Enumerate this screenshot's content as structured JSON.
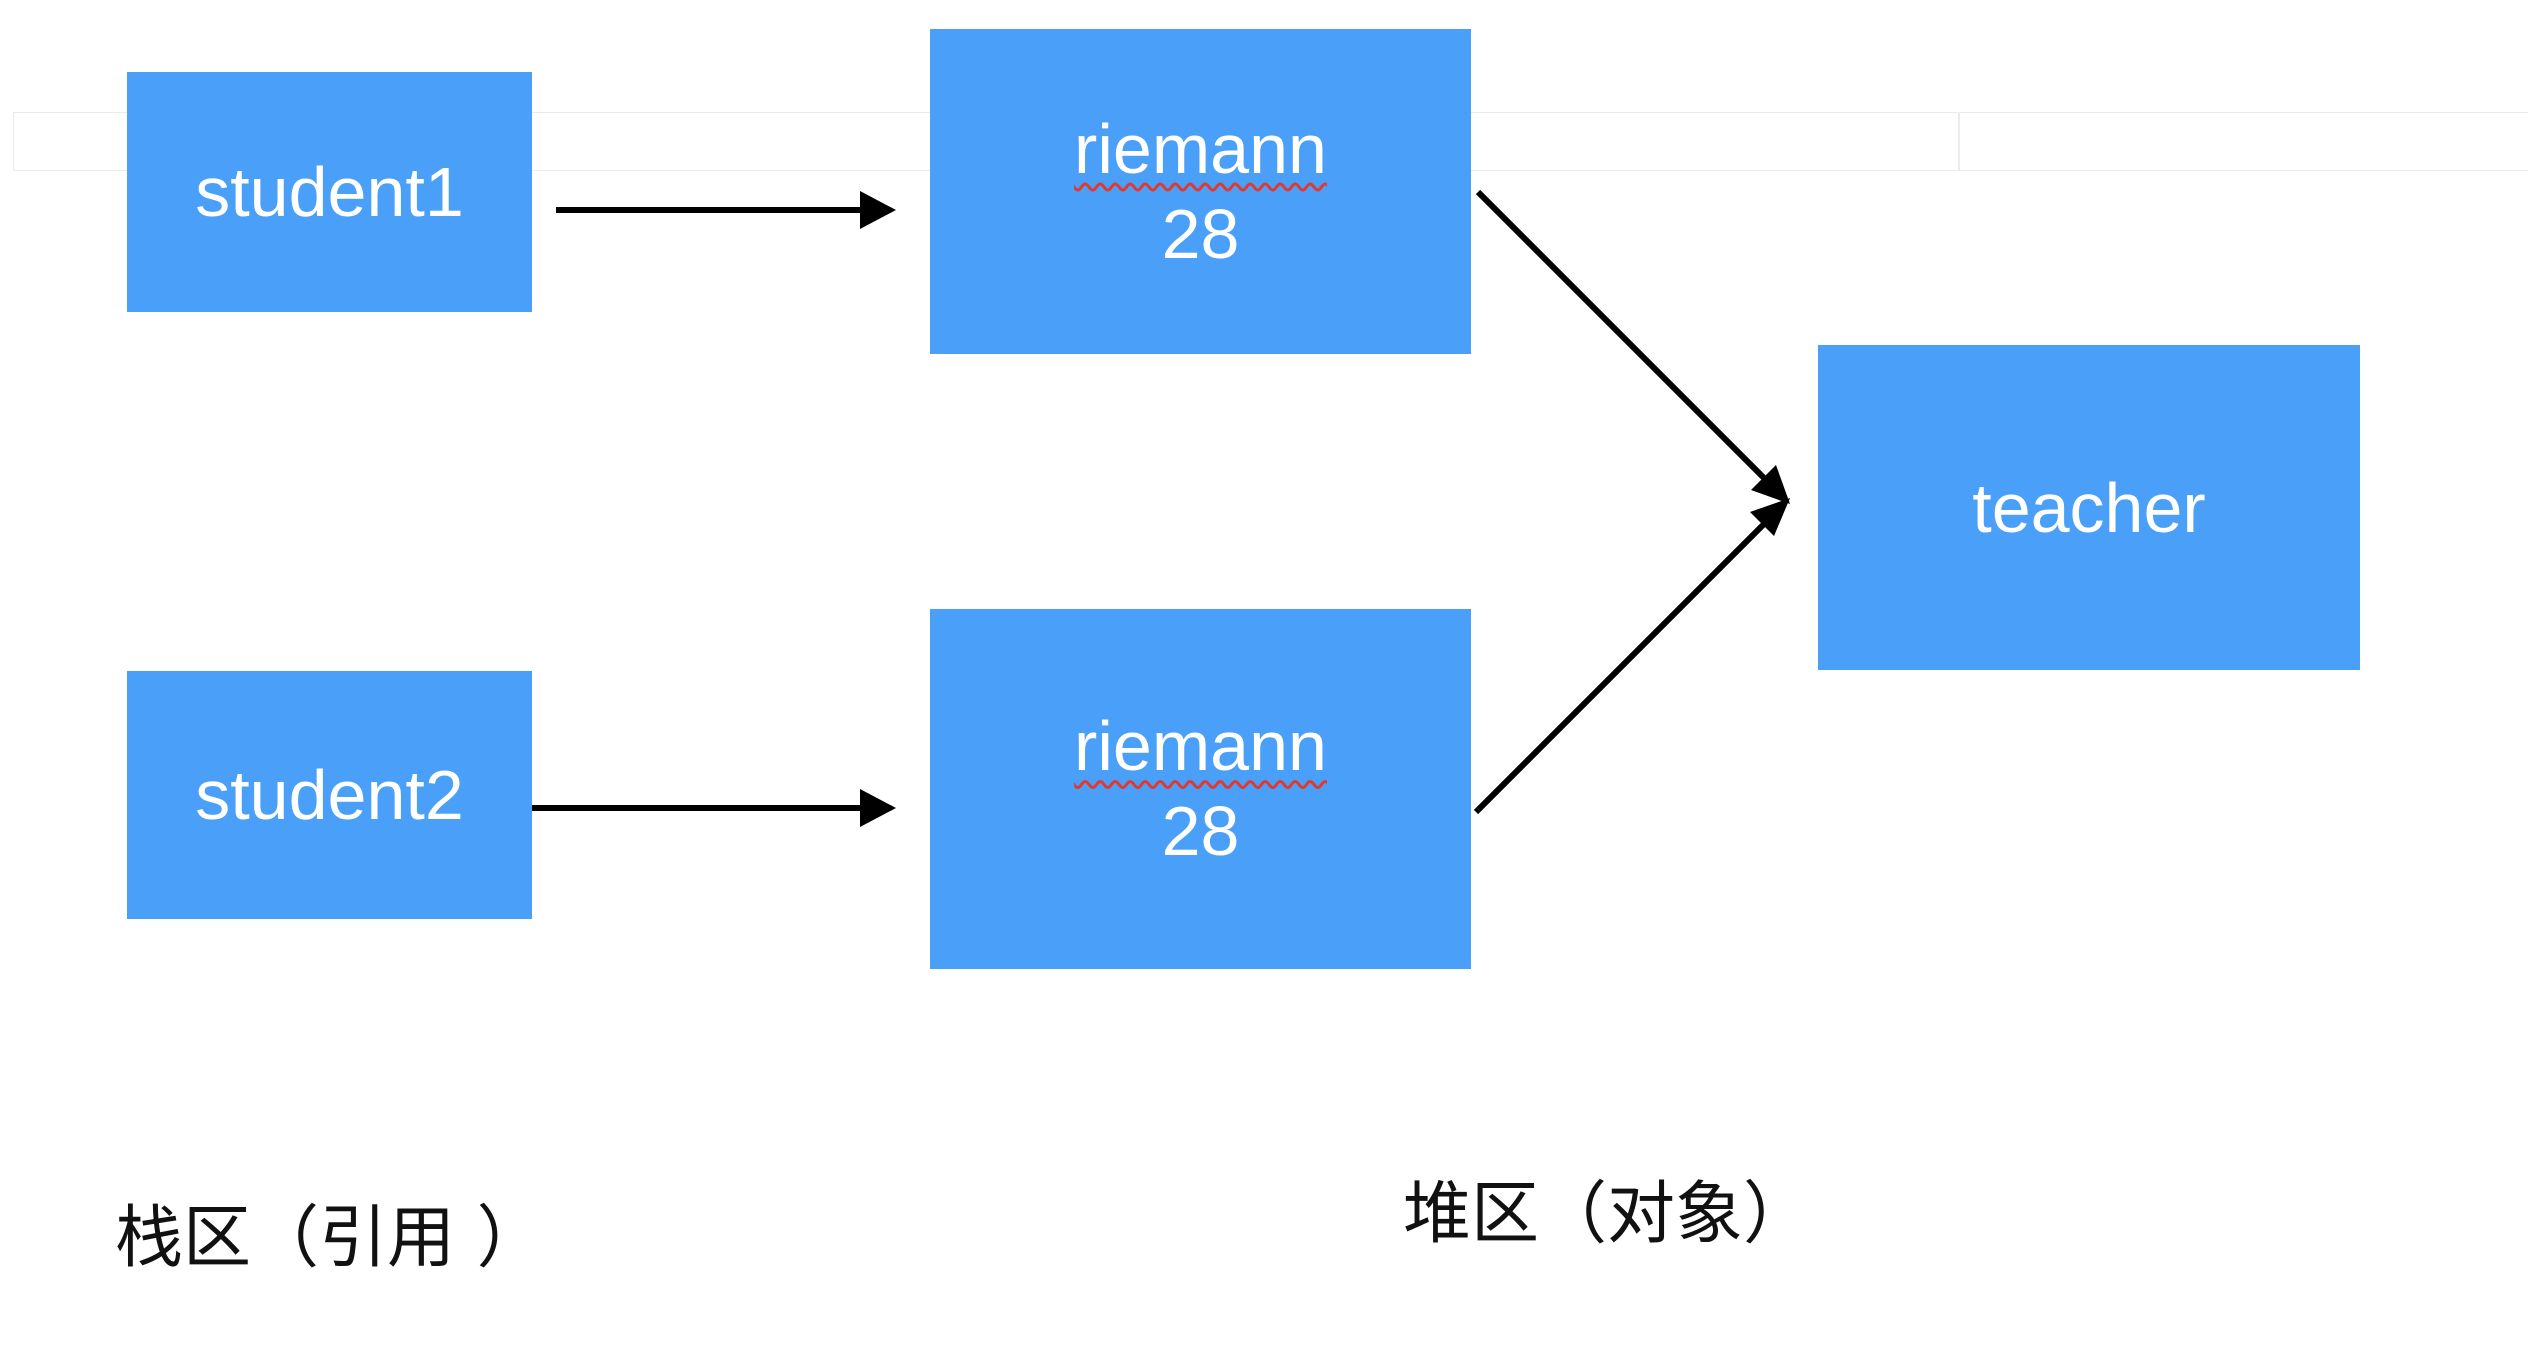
{
  "stack": {
    "region_label": "栈区（引用 ）",
    "refs": [
      {
        "label": "student1"
      },
      {
        "label": "student2"
      }
    ]
  },
  "heap": {
    "region_label": "堆区（对象）",
    "objects": [
      {
        "name": "riemann",
        "value": "28"
      },
      {
        "name": "riemann",
        "value": "28"
      }
    ],
    "teacher": {
      "label": "teacher"
    }
  },
  "colors": {
    "box_fill": "#4aa0f8",
    "box_text": "#ffffff",
    "arrow": "#000000",
    "spellcheck_underline": "#e0392f"
  }
}
